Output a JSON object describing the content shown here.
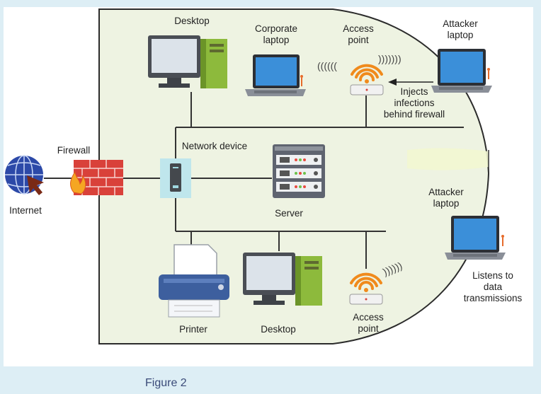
{
  "labels": {
    "desktop_top": "Desktop",
    "corporate_laptop": "Corporate\nlaptop",
    "access_point_top": "Access\npoint",
    "attacker_laptop_top": "Attacker\nlaptop",
    "injects_note": "Injects\ninfections\nbehind firewall",
    "firewall": "Firewall",
    "internet": "Internet",
    "network_device": "Network device",
    "server": "Server",
    "attacker_laptop_bottom": "Attacker\nlaptop",
    "listens_note": "Listens to\ndata\ntransmissions",
    "printer": "Printer",
    "desktop_bottom": "Desktop",
    "access_point_bottom": "Access\npoint"
  },
  "caption": "Figure 2",
  "colors": {
    "network_area": "#eef3e2",
    "firewall": "#d9413a",
    "wifi": "#f08a1c",
    "screen": "#3b8fd9",
    "tower": "#8dba3c",
    "network_device": "#bfe6ec"
  }
}
